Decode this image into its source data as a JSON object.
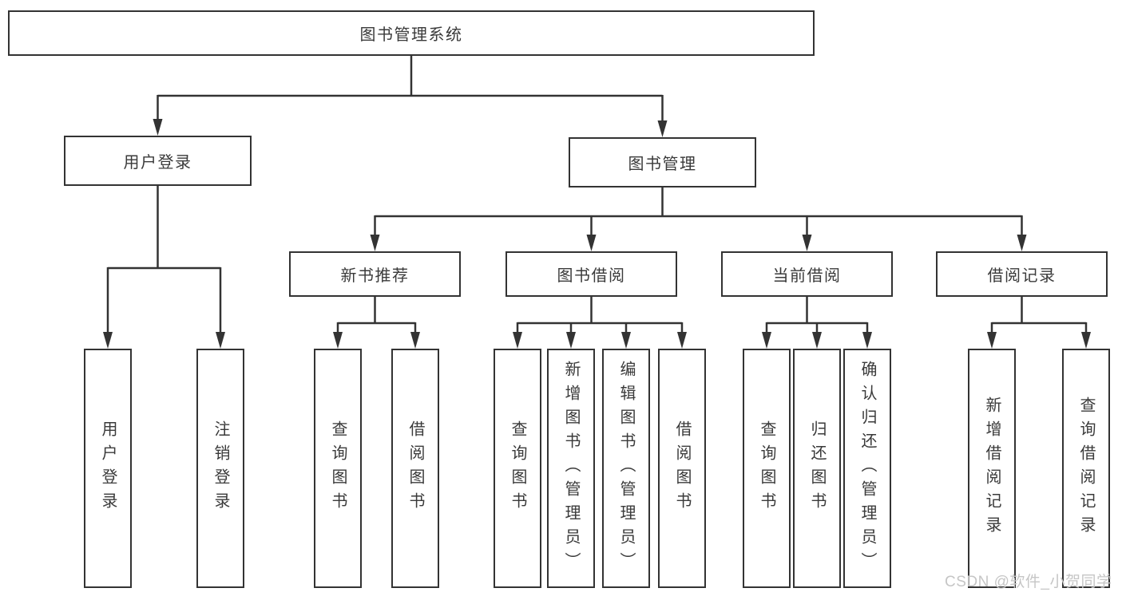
{
  "page": {
    "background": "#ffffff",
    "line_color": "#333333",
    "text_color": "#3a3a3a"
  },
  "tree": {
    "root": {
      "label": "图书管理系统",
      "children": [
        {
          "label": "用户登录",
          "children": [
            {
              "label": "用户登录"
            },
            {
              "label": "注销登录"
            }
          ]
        },
        {
          "label": "图书管理",
          "children": [
            {
              "label": "新书推荐",
              "children": [
                {
                  "label": "查询图书"
                },
                {
                  "label": "借阅图书"
                }
              ]
            },
            {
              "label": "图书借阅",
              "children": [
                {
                  "label": "查询图书"
                },
                {
                  "label": "新增图书（管理员）"
                },
                {
                  "label": "编辑图书（管理员）"
                },
                {
                  "label": "借阅图书"
                }
              ]
            },
            {
              "label": "当前借阅",
              "children": [
                {
                  "label": "查询图书"
                },
                {
                  "label": "归还图书"
                },
                {
                  "label": "确认归还（管理员）"
                }
              ]
            },
            {
              "label": "借阅记录",
              "children": [
                {
                  "label": "新增借阅记录"
                },
                {
                  "label": "查询借阅记录"
                }
              ]
            }
          ]
        }
      ]
    }
  },
  "watermark": {
    "text": "CSDN @软件_小贺同学",
    "color": "#c6c6c6"
  }
}
